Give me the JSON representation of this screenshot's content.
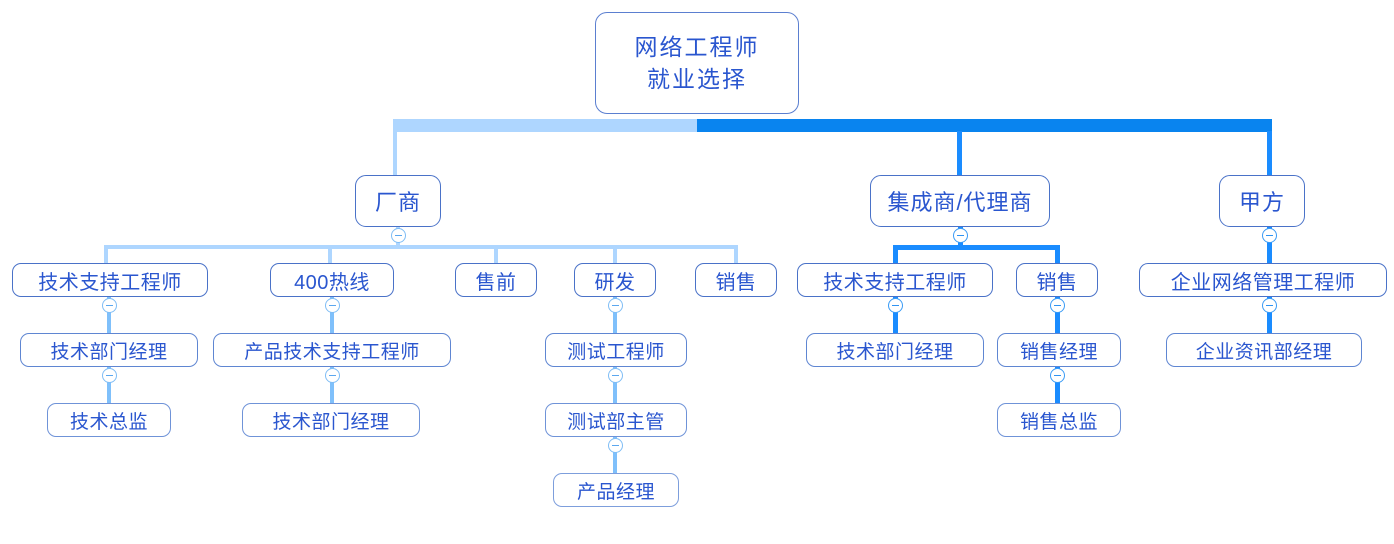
{
  "diagram": {
    "title": "网络工程师\n就业选择",
    "type": "organization-tree",
    "colors": {
      "node_border": "#4a72c8",
      "node_text": "#2a56cf",
      "trunk_left": "#aed6ff",
      "trunk_right": "#0984ef",
      "connector_light": "#aed6ff",
      "connector_strong": "#1a8cff",
      "background": "#ffffff"
    },
    "toggle_icon": "minus-collapse-icon",
    "root": {
      "id": "root",
      "label": "网络工程师\n就业选择"
    },
    "branches": [
      {
        "id": "vendor",
        "label": "厂商",
        "children": [
          {
            "id": "vendor-tse",
            "label": "技术支持工程师",
            "children": [
              {
                "id": "vendor-tse-mgr",
                "label": "技术部门经理",
                "children": [
                  {
                    "id": "vendor-tse-dir",
                    "label": "技术总监"
                  }
                ]
              }
            ]
          },
          {
            "id": "vendor-400",
            "label": "400热线",
            "children": [
              {
                "id": "vendor-400-ptse",
                "label": "产品技术支持工程师",
                "children": [
                  {
                    "id": "vendor-400-mgr",
                    "label": "技术部门经理"
                  }
                ]
              }
            ]
          },
          {
            "id": "vendor-presale",
            "label": "售前"
          },
          {
            "id": "vendor-rd",
            "label": "研发",
            "children": [
              {
                "id": "vendor-rd-test",
                "label": "测试工程师",
                "children": [
                  {
                    "id": "vendor-rd-testlead",
                    "label": "测试部主管",
                    "children": [
                      {
                        "id": "vendor-rd-pm",
                        "label": "产品经理"
                      }
                    ]
                  }
                ]
              }
            ]
          },
          {
            "id": "vendor-sales",
            "label": "销售"
          }
        ]
      },
      {
        "id": "integrator",
        "label": "集成商/代理商",
        "children": [
          {
            "id": "int-tse",
            "label": "技术支持工程师",
            "children": [
              {
                "id": "int-tse-mgr",
                "label": "技术部门经理"
              }
            ]
          },
          {
            "id": "int-sales",
            "label": "销售",
            "children": [
              {
                "id": "int-sales-mgr",
                "label": "销售经理",
                "children": [
                  {
                    "id": "int-sales-dir",
                    "label": "销售总监"
                  }
                ]
              }
            ]
          }
        ]
      },
      {
        "id": "client",
        "label": "甲方",
        "children": [
          {
            "id": "client-neteng",
            "label": "企业网络管理工程师",
            "children": [
              {
                "id": "client-itmgr",
                "label": "企业资讯部经理"
              }
            ]
          }
        ]
      }
    ]
  }
}
